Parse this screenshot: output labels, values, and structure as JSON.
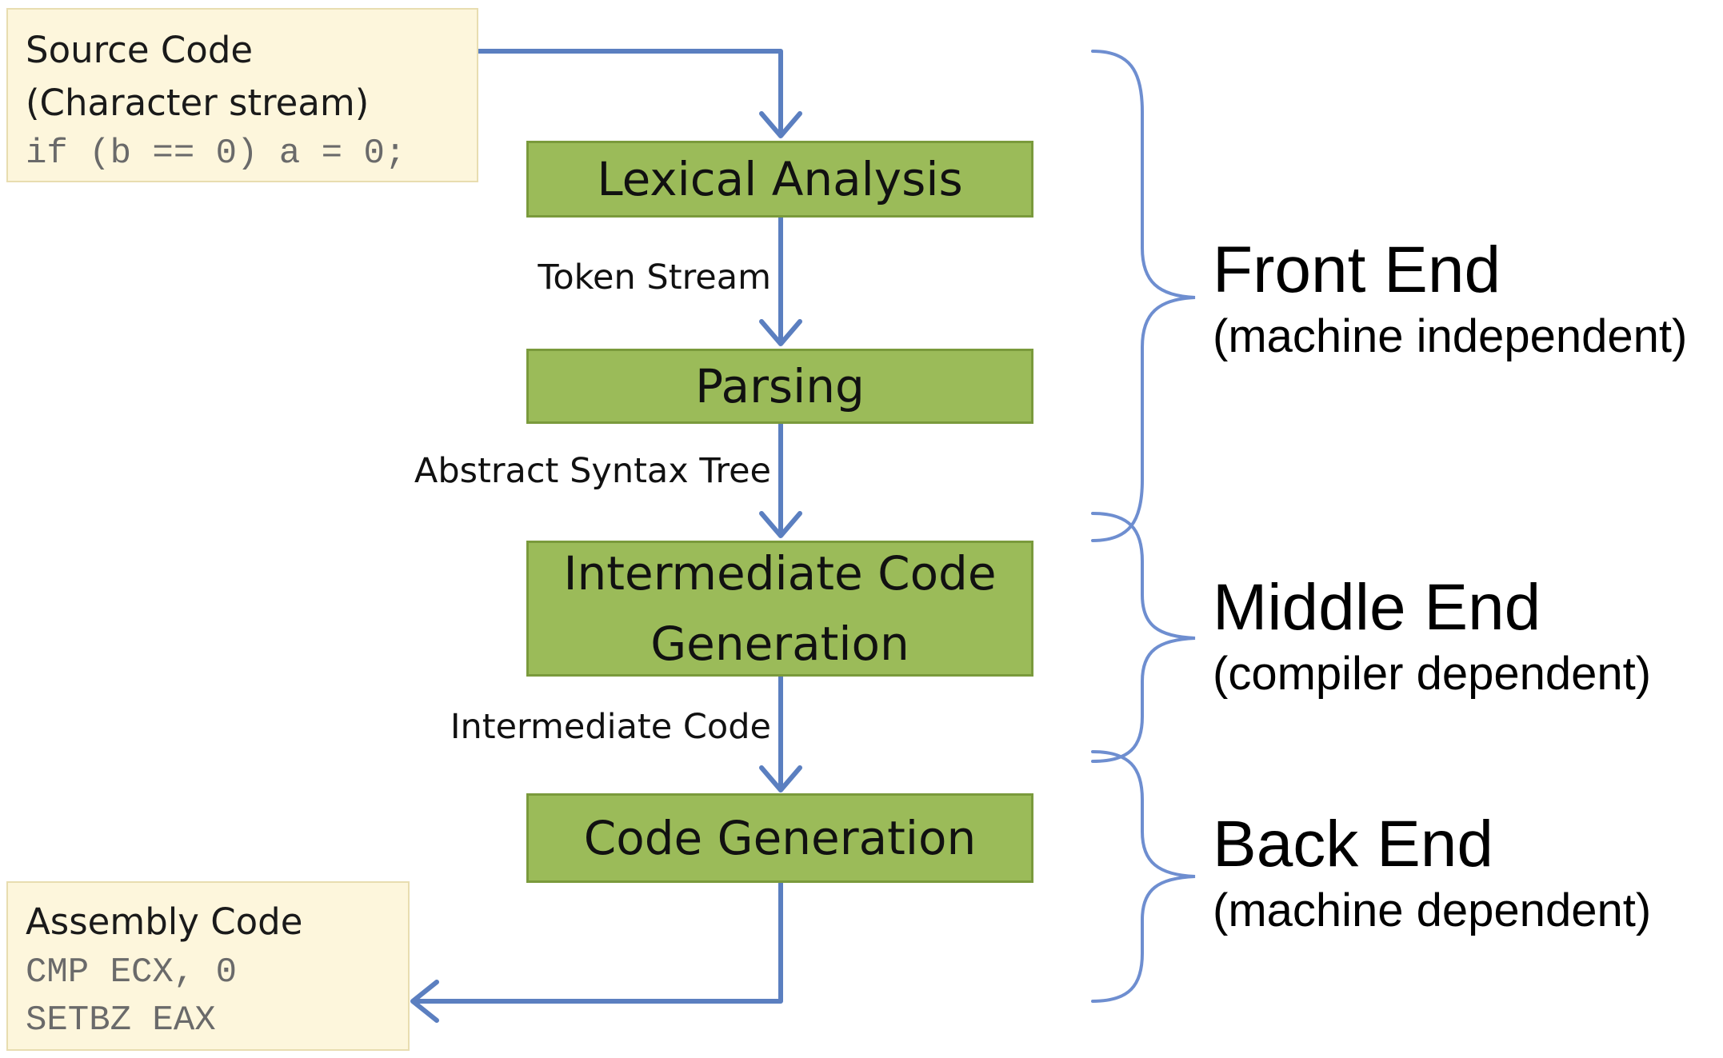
{
  "source_box": {
    "title_line1": "Source Code",
    "title_line2": "(Character stream)",
    "code": "if (b == 0) a = 0;"
  },
  "stages": [
    {
      "label": "Lexical Analysis"
    },
    {
      "label": "Parsing"
    },
    {
      "label": "Intermediate Code Generation"
    },
    {
      "label": "Code Generation"
    }
  ],
  "edges": [
    {
      "label": "Token Stream"
    },
    {
      "label": "Abstract Syntax Tree"
    },
    {
      "label": "Intermediate Code"
    }
  ],
  "output_box": {
    "title": "Assembly Code",
    "code_line1": "CMP ECX, 0",
    "code_line2": "SETBZ EAX"
  },
  "phases": [
    {
      "name": "Front End",
      "note": "(machine independent)"
    },
    {
      "name": "Middle End",
      "note": "(compiler dependent)"
    },
    {
      "name": "Back End",
      "note": "(machine dependent)"
    }
  ],
  "colors": {
    "arrow": "#5b7fc0",
    "brace": "#6e8ed0",
    "stage_fill": "#9bbb59",
    "io_fill": "#fdf6dc"
  }
}
